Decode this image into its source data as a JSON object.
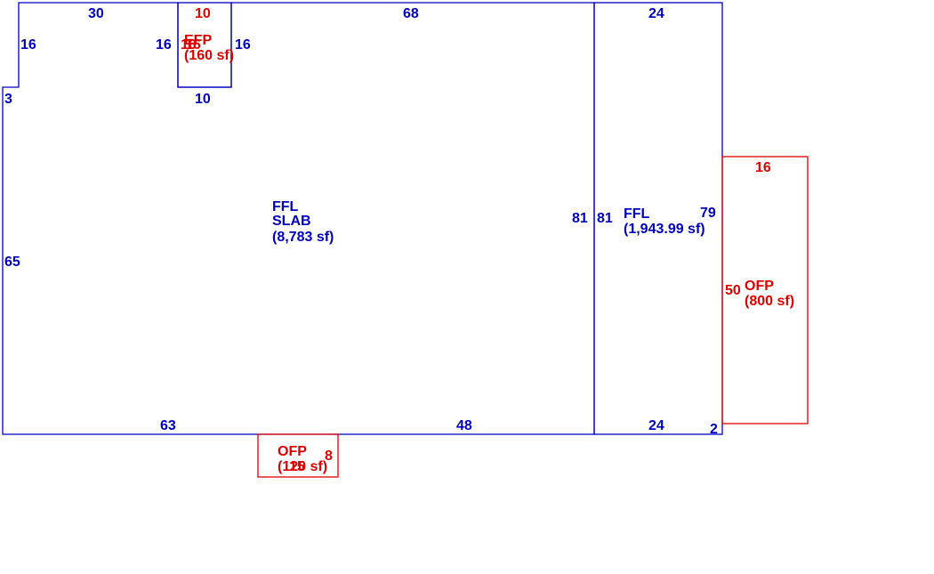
{
  "colors": {
    "main": "#0000c0",
    "porch": "#e00000"
  },
  "main_area": {
    "name_line1": "FFL",
    "name_line2": "SLAB",
    "area": "(8,783 sf)",
    "dims": {
      "top_left": "30",
      "top_center": "68",
      "left_step": "16",
      "step": "3",
      "left_side": "65",
      "bottom_left": "63",
      "bottom_right": "48",
      "right_side": "81",
      "notch_left": "16",
      "notch_right": "16",
      "notch_bottom": "10"
    }
  },
  "right_area": {
    "name": "FFL",
    "area": "(1,943.99 sf)",
    "dims": {
      "top": "24",
      "left": "81",
      "right": "79",
      "bottom": "24",
      "corner": "2"
    }
  },
  "efp": {
    "name": "EFP",
    "area": "(160 sf)",
    "dims": {
      "top": "10",
      "left": "16",
      "right": "16"
    }
  },
  "ofp_right": {
    "name": "OFP",
    "area": "(800 sf)",
    "dims": {
      "top": "16",
      "left": "50"
    }
  },
  "ofp_bottom": {
    "name": "OFP",
    "area": "(120 sf)",
    "dims": {
      "bottom": "15",
      "right": "8"
    }
  }
}
